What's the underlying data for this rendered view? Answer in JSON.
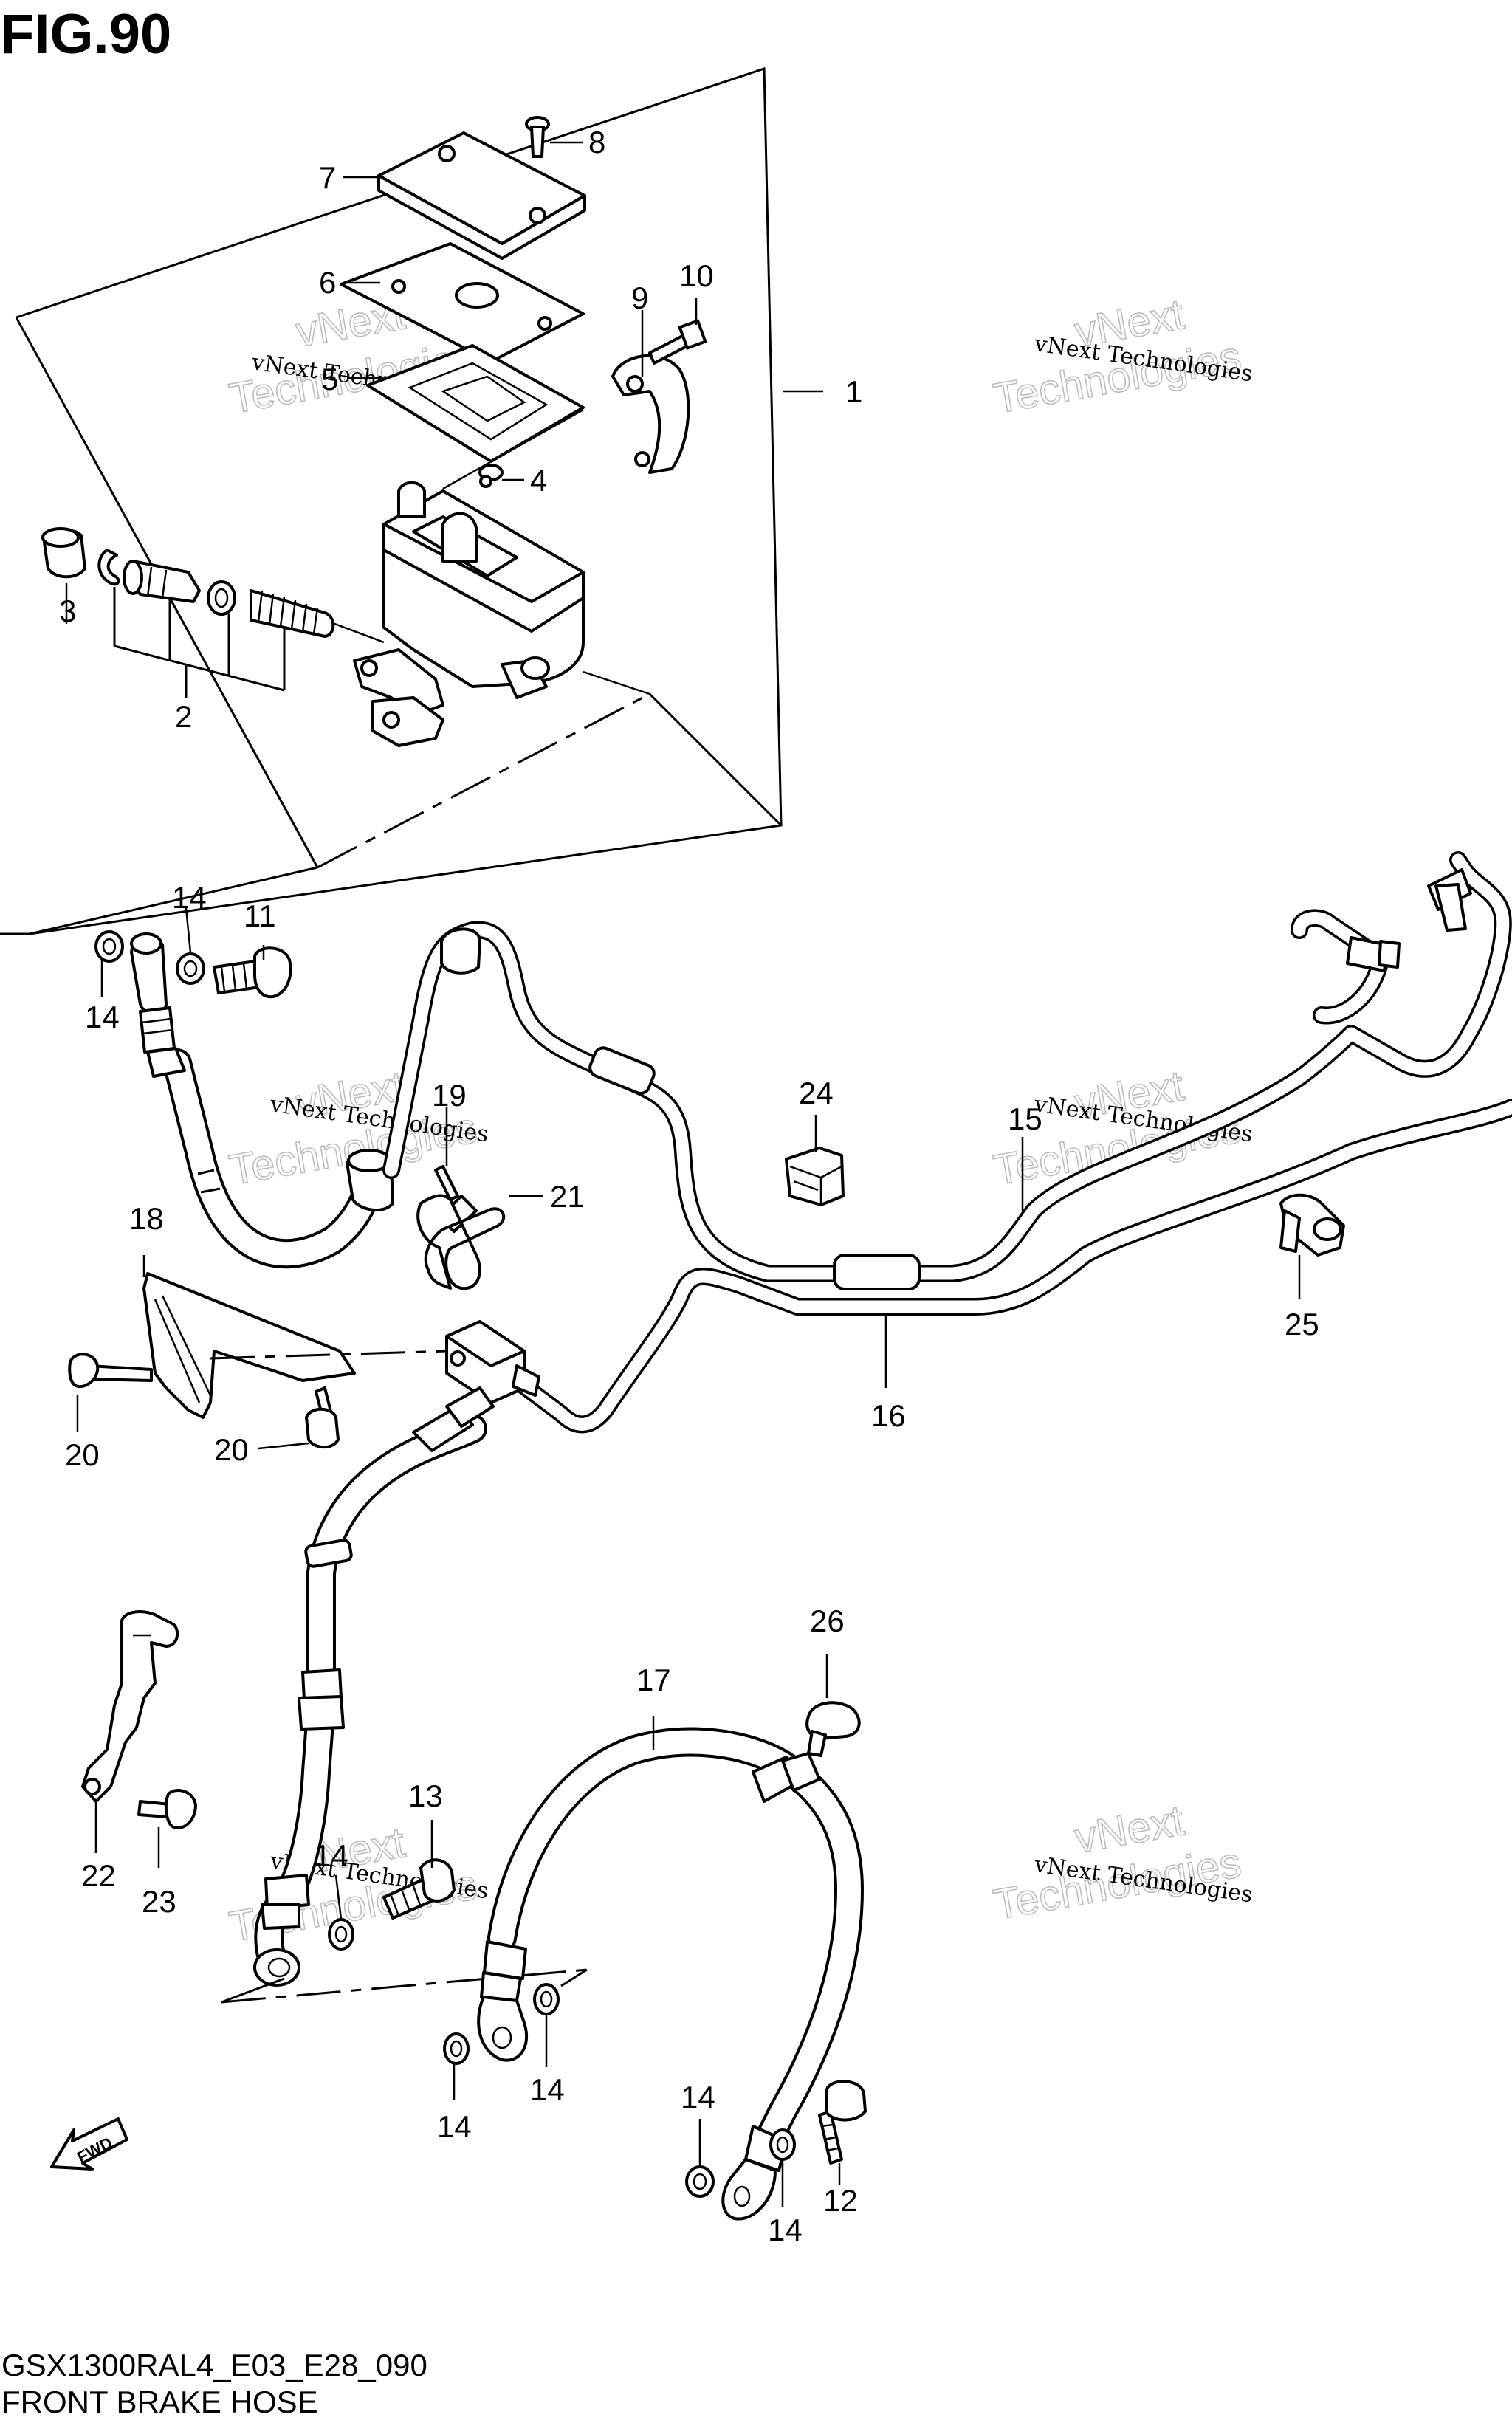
{
  "figure": {
    "title": "FIG.90",
    "diagram_code": "GSX1300RAL4_E03_E28_090",
    "caption": "FRONT BRAKE HOSE"
  },
  "watermark": {
    "small_text": "vNext Technologies",
    "large_line1": "vNext",
    "large_line2": "Technologies"
  },
  "direction_arrow": {
    "label": "FWD"
  },
  "callouts": [
    {
      "id": "c1",
      "label": "1"
    },
    {
      "id": "c2",
      "label": "2"
    },
    {
      "id": "c3",
      "label": "3"
    },
    {
      "id": "c4",
      "label": "4"
    },
    {
      "id": "c5",
      "label": "5"
    },
    {
      "id": "c6",
      "label": "6"
    },
    {
      "id": "c7",
      "label": "7"
    },
    {
      "id": "c8",
      "label": "8"
    },
    {
      "id": "c9",
      "label": "9"
    },
    {
      "id": "c10",
      "label": "10"
    },
    {
      "id": "c11",
      "label": "11"
    },
    {
      "id": "c12",
      "label": "12"
    },
    {
      "id": "c13",
      "label": "13"
    },
    {
      "id": "c14a",
      "label": "14"
    },
    {
      "id": "c14b",
      "label": "14"
    },
    {
      "id": "c14c",
      "label": "14"
    },
    {
      "id": "c14d",
      "label": "14"
    },
    {
      "id": "c14e",
      "label": "14"
    },
    {
      "id": "c14f",
      "label": "14"
    },
    {
      "id": "c14g",
      "label": "14"
    },
    {
      "id": "c15",
      "label": "15"
    },
    {
      "id": "c16",
      "label": "16"
    },
    {
      "id": "c17",
      "label": "17"
    },
    {
      "id": "c18",
      "label": "18"
    },
    {
      "id": "c19",
      "label": "19"
    },
    {
      "id": "c20a",
      "label": "20"
    },
    {
      "id": "c20b",
      "label": "20"
    },
    {
      "id": "c21",
      "label": "21"
    },
    {
      "id": "c22",
      "label": "22"
    },
    {
      "id": "c23",
      "label": "23"
    },
    {
      "id": "c24",
      "label": "24"
    },
    {
      "id": "c25",
      "label": "25"
    },
    {
      "id": "c26",
      "label": "26"
    }
  ]
}
